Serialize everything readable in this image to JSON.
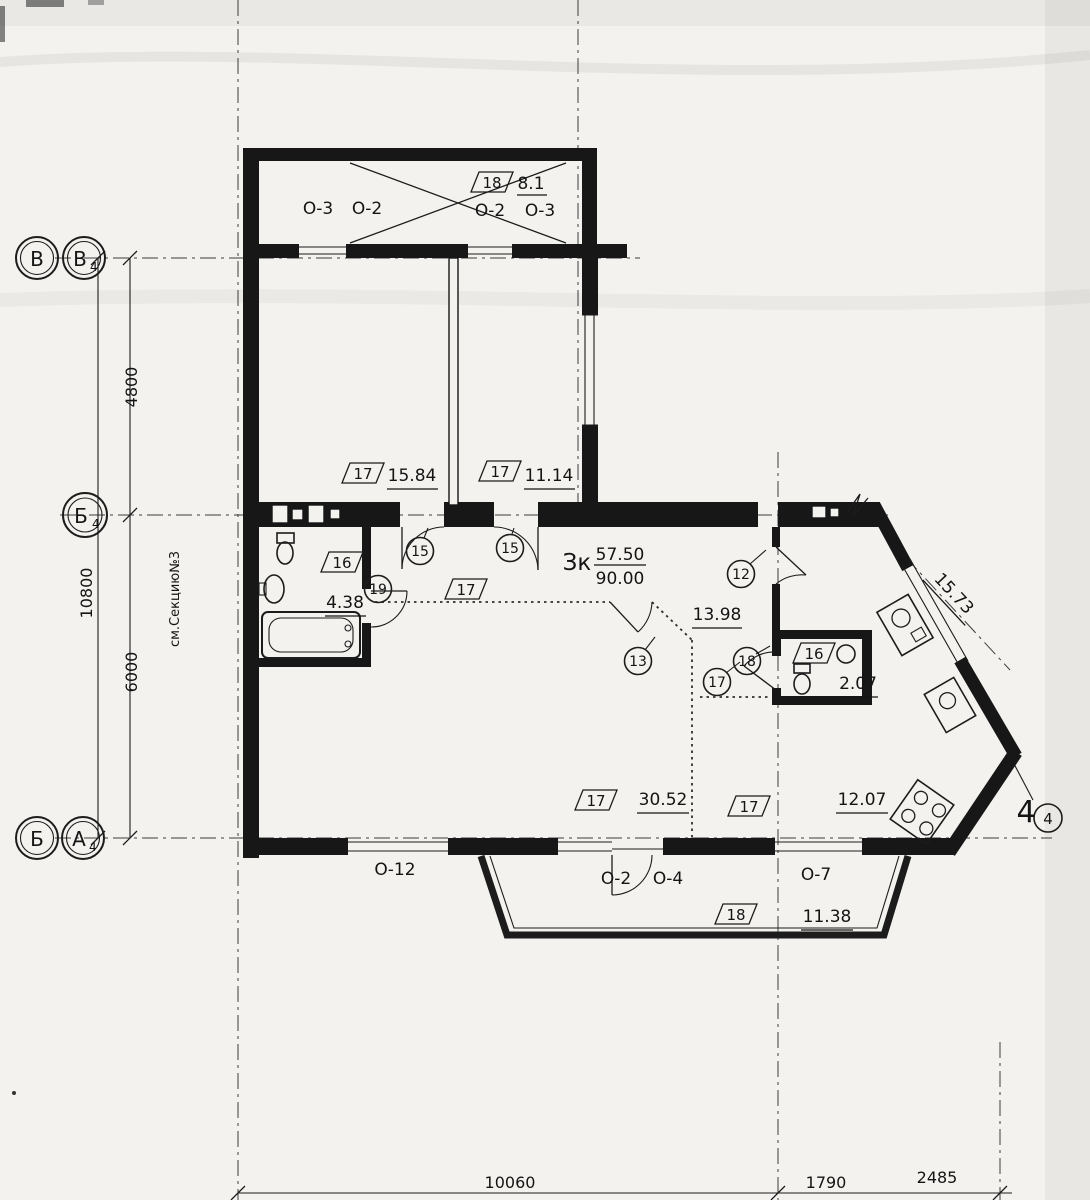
{
  "summary": {
    "apt_type": "Зк",
    "area_living": "57.50",
    "area_total": "90.00"
  },
  "axes": {
    "top_outer": "В",
    "top_inner": "В",
    "top_inner_sub": "4",
    "mid": "Б",
    "mid_sub": "4",
    "bottom_outer": "Б",
    "bottom_inner": "А",
    "bottom_inner_sub": "4",
    "corner": "4",
    "corner_sub": "4"
  },
  "dims": {
    "v1": "4800",
    "v_total": "10800",
    "v2": "6000",
    "diag": "15.73",
    "b1": "10060",
    "b2": "1790",
    "b3": "2485",
    "note": "см.Секцию№3"
  },
  "openings": {
    "top_left_a": "О-3",
    "top_left_b": "О-2",
    "top_right_a": "О-2",
    "top_right_b": "О-3",
    "bottom_left": "О-12",
    "bottom_mid_a": "О-2",
    "bottom_mid_b": "О-4",
    "bottom_right": "О-7"
  },
  "rooms": {
    "balcony_top": {
      "tag": "18",
      "area": "8.1"
    },
    "bedroom1": {
      "tag": "17",
      "area": "15.84"
    },
    "bedroom2": {
      "tag": "17",
      "area": "11.14"
    },
    "bathroom": {
      "tag": "16",
      "area": "4.38"
    },
    "corridor": {
      "tag": "17"
    },
    "hall": {
      "area": "13.98"
    },
    "wc": {
      "tag": "16",
      "area": "2.07"
    },
    "living": {
      "tag": "17",
      "area": "30.52"
    },
    "kitchen": {
      "tag": "17",
      "area": "12.07"
    },
    "balcony_bottom": {
      "tag": "18",
      "area": "11.38"
    }
  },
  "marks": {
    "m15a": "15",
    "m15b": "15",
    "m19": "19",
    "m12": "12",
    "m13": "13",
    "m18": "18",
    "m17": "17"
  }
}
